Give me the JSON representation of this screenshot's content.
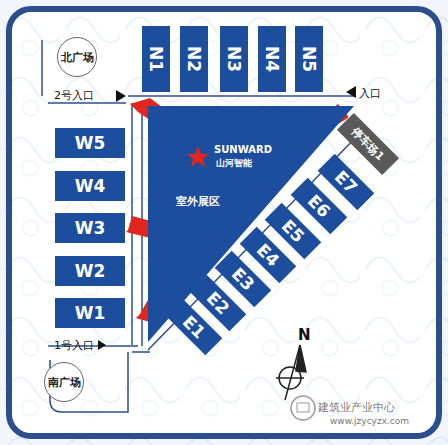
{
  "diagram": {
    "nodes": [
      {
        "text": [
          "北广场"
        ]
      },
      {
        "text": [
          "N1"
        ]
      },
      {
        "text": [
          "N2"
        ]
      },
      {
        "text": [
          "N3"
        ]
      },
      {
        "text": [
          "N4"
        ]
      },
      {
        "text": [
          "N5"
        ]
      },
      {
        "text": [
          "SUNWARD",
          "山河智能",
          "室外展区"
        ]
      },
      {
        "text": [
          "W5"
        ]
      },
      {
        "text": [
          "W4"
        ]
      },
      {
        "text": [
          "W3"
        ]
      },
      {
        "text": [
          "W2"
        ]
      },
      {
        "text": [
          "W1"
        ]
      },
      {
        "text": [
          "停车场1"
        ]
      },
      {
        "text": [
          "E7"
        ]
      },
      {
        "text": [
          "E6"
        ]
      },
      {
        "text": [
          "E5"
        ]
      },
      {
        "text": [
          "E4"
        ]
      },
      {
        "text": [
          "E3"
        ]
      },
      {
        "text": [
          "E2"
        ]
      },
      {
        "text": [
          "E1"
        ]
      },
      {
        "text": [
          "南广场"
        ]
      }
    ],
    "labels": [
      "2号入口",
      "入口",
      "1号入口",
      "N",
      "建筑业产业中心",
      "www.jzycyzx.com"
    ]
  }
}
